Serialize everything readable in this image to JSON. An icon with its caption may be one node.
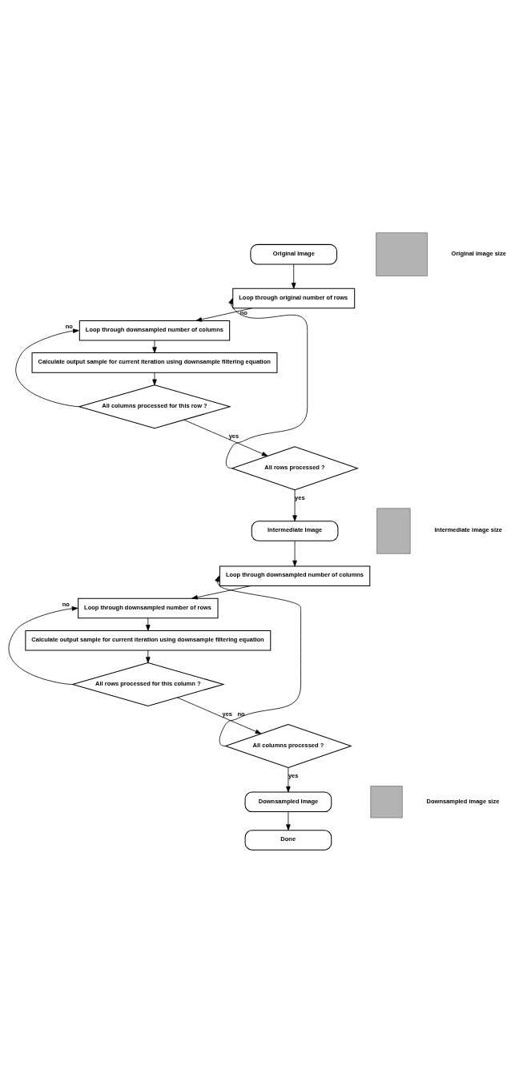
{
  "diagram": {
    "nodes": [
      {
        "text": [
          "Original Image"
        ]
      },
      {
        "text": [
          "Loop through original number of rows"
        ]
      },
      {
        "text": [
          "Loop through downsampled number of columns"
        ]
      },
      {
        "text": [
          "Calculate output sample for current iteration using downsample filtering equation"
        ]
      },
      {
        "text": [
          "All columns processed for this row ?"
        ]
      },
      {
        "text": [
          "All rows processed ?"
        ]
      },
      {
        "text": [
          "Intermediate Image"
        ]
      },
      {
        "text": [
          "Loop through downsampled number of columns"
        ]
      },
      {
        "text": [
          "Loop through downsampled number of rows"
        ]
      },
      {
        "text": [
          "Calculate output sample for current iteration using downsample filtering equation"
        ]
      },
      {
        "text": [
          "All rows processed for this column ?"
        ]
      },
      {
        "text": [
          "All columns processed ?"
        ]
      },
      {
        "text": [
          "Downsampled Image"
        ]
      },
      {
        "text": [
          "Done"
        ]
      },
      {
        "text": [],
        "shape": "box",
        "beside": [
          "Original image size"
        ]
      },
      {
        "text": [],
        "shape": "box",
        "beside": [
          "Intermediate image size"
        ]
      },
      {
        "text": [],
        "shape": "box",
        "beside": [
          "Downsampled image size"
        ]
      }
    ],
    "edges": [
      {
        "from": 0,
        "to": 1,
        "arrow": "to"
      },
      {
        "from": 1,
        "to": 2,
        "arrow": "to"
      },
      {
        "from": 2,
        "to": 3,
        "arrow": "to"
      },
      {
        "from": 3,
        "to": 4,
        "arrow": "to"
      },
      {
        "from": 4,
        "to": 2,
        "arrow": "to",
        "label": "no"
      },
      {
        "from": 4,
        "to": 5,
        "arrow": "to",
        "label": "yes"
      },
      {
        "from": 5,
        "to": 1,
        "arrow": "to",
        "label": "no"
      },
      {
        "from": 5,
        "to": 6,
        "arrow": "to",
        "label": "yes"
      },
      {
        "from": 6,
        "to": 7,
        "arrow": "to"
      },
      {
        "from": 7,
        "to": 8,
        "arrow": "to"
      },
      {
        "from": 8,
        "to": 9,
        "arrow": "to"
      },
      {
        "from": 9,
        "to": 10,
        "arrow": "to"
      },
      {
        "from": 10,
        "to": 8,
        "arrow": "to",
        "label": "no"
      },
      {
        "from": 10,
        "to": 11,
        "arrow": "to",
        "label": "yes"
      },
      {
        "from": 11,
        "to": 7,
        "arrow": "to",
        "label": "no"
      },
      {
        "from": 11,
        "to": 12,
        "arrow": "to",
        "label": "yes"
      },
      {
        "from": 12,
        "to": 13,
        "arrow": "to"
      }
    ]
  }
}
